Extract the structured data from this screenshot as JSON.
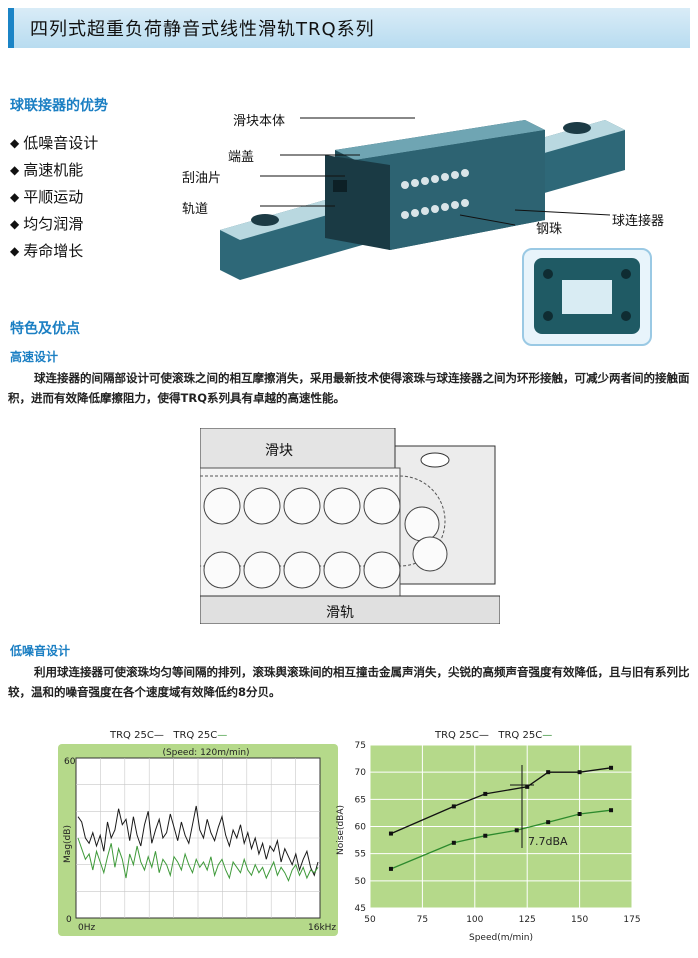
{
  "title": "四列式超重负荷静音式线性滑轨TRQ系列",
  "advantages": {
    "heading": "球联接器的优势",
    "items": [
      "低噪音设计",
      "高速机能",
      "平顺运动",
      "均匀润滑",
      "寿命增长"
    ]
  },
  "diagram_labels": {
    "slider_body": "滑块本体",
    "end_cap": "端盖",
    "scraper": "刮油片",
    "rail": "轨道",
    "steel_ball": "钢珠",
    "ball_connector": "球连接器"
  },
  "features": {
    "heading": "特色及优点",
    "high_speed": {
      "heading": "高速设计",
      "text": "球连接器的间隔部设计可使滚珠之间的相互摩擦消失，采用最新技术使得滚珠与球连接器之间为环形接触，可减少两者间的接触面积，进而有效降低摩擦阻力，使得TRQ系列具有卓越的高速性能。"
    },
    "cross_section": {
      "slider": "滑块",
      "rail": "滑轨"
    },
    "low_noise": {
      "heading": "低噪音设计",
      "text": "利用球连接器可使滚珠均匀等间隔的排列，滚珠舆滚珠间的相互撞击金属声消失，尖锐的高频声音强度有效降低，且与旧有系列比较，温和的噪音强度在各个速度域有效降低约8分贝。"
    }
  },
  "chart_data": [
    {
      "type": "line",
      "legend": [
        "TRQ 25C",
        "TRQ 25C"
      ],
      "speed_note": "(Speed: 120m/min)",
      "ylabel": "Mag(dB)",
      "ylim": [
        0,
        60
      ],
      "yticks": [
        "60",
        "0"
      ],
      "xticks": [
        "0Hz",
        "16kHz"
      ],
      "grid": true,
      "series_colors": [
        "#1a1a1a",
        "#3f9a3a"
      ],
      "series": [
        {
          "values": [
            38,
            36,
            30,
            28,
            32,
            27,
            31,
            25,
            36,
            30,
            33,
            41,
            35,
            37,
            29,
            38,
            31,
            27,
            35,
            40,
            28,
            33,
            37,
            30,
            32,
            39,
            34,
            29,
            36,
            31,
            28,
            35,
            42,
            33,
            30,
            37,
            32,
            29,
            34,
            38,
            31,
            27,
            33,
            30,
            35,
            28,
            32,
            26,
            30,
            24,
            28,
            22,
            27,
            25,
            29,
            21,
            26,
            23,
            20,
            24,
            18,
            22,
            25,
            19,
            16,
            21
          ]
        },
        {
          "values": [
            30,
            26,
            22,
            24,
            18,
            25,
            21,
            17,
            23,
            28,
            19,
            26,
            22,
            15,
            24,
            20,
            27,
            21,
            18,
            23,
            19,
            25,
            17,
            22,
            20,
            16,
            23,
            21,
            18,
            24,
            20,
            17,
            22,
            19,
            21,
            18,
            23,
            16,
            20,
            22,
            18,
            15,
            21,
            19,
            17,
            22,
            18,
            16,
            20,
            17,
            19,
            15,
            18,
            21,
            16,
            19,
            17,
            14,
            18,
            20,
            16,
            19,
            15,
            18,
            17,
            19
          ]
        }
      ]
    },
    {
      "type": "line",
      "legend": [
        "TRQ 25C",
        "TRQ 25C"
      ],
      "xlabel": "Speed(m/min)",
      "ylabel": "Noise(dBA)",
      "xlim": [
        50,
        175
      ],
      "ylim": [
        45,
        75
      ],
      "xticks": [
        50,
        75,
        100,
        125,
        150,
        175
      ],
      "yticks": [
        45,
        50,
        55,
        60,
        65,
        70,
        75
      ],
      "grid": true,
      "annotation": "7.7dBA",
      "series_colors": [
        "#111111",
        "#2d8a2d"
      ],
      "series": [
        {
          "x": [
            60,
            90,
            105,
            125,
            135,
            150,
            165
          ],
          "y": [
            58.7,
            63.7,
            66,
            67.3,
            70,
            70,
            70.8
          ]
        },
        {
          "x": [
            60,
            90,
            105,
            120,
            135,
            150,
            165
          ],
          "y": [
            52.2,
            57,
            58.3,
            59.3,
            60.8,
            62.3,
            63
          ]
        }
      ]
    }
  ]
}
